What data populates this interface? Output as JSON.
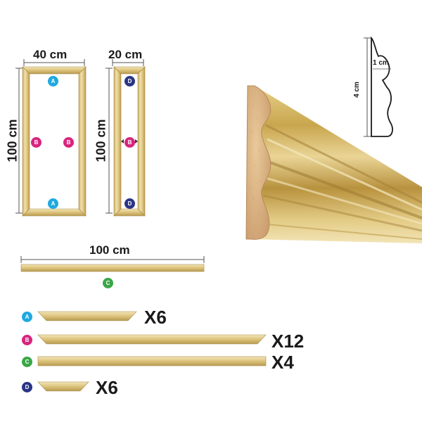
{
  "colors": {
    "A": "#1fa9e0",
    "B": "#d8257f",
    "C": "#3aa747",
    "D": "#2a3585",
    "wood_light": "#f1e3b0",
    "wood_mid": "#dcc27a",
    "wood_dark": "#b89a52"
  },
  "frame_large": {
    "width_label": "40 cm",
    "height_label": "100 cm",
    "badges": [
      "A",
      "B",
      "B",
      "A"
    ]
  },
  "frame_small": {
    "width_label": "20 cm",
    "height_label": "100 cm",
    "badges": [
      "D",
      "B",
      "D"
    ]
  },
  "straight_piece": {
    "length_label": "100 cm",
    "badge": "C"
  },
  "profile": {
    "width_label": "1 cm",
    "height_label": "4 cm"
  },
  "pieces": [
    {
      "badge": "A",
      "quantity": "X6"
    },
    {
      "badge": "B",
      "quantity": "X12"
    },
    {
      "badge": "C",
      "quantity": "X4"
    },
    {
      "badge": "D",
      "quantity": "X6"
    }
  ],
  "icons": {
    "molding_photo": "wood-molding-closeup",
    "profile_drawing": "molding-profile-outline"
  }
}
